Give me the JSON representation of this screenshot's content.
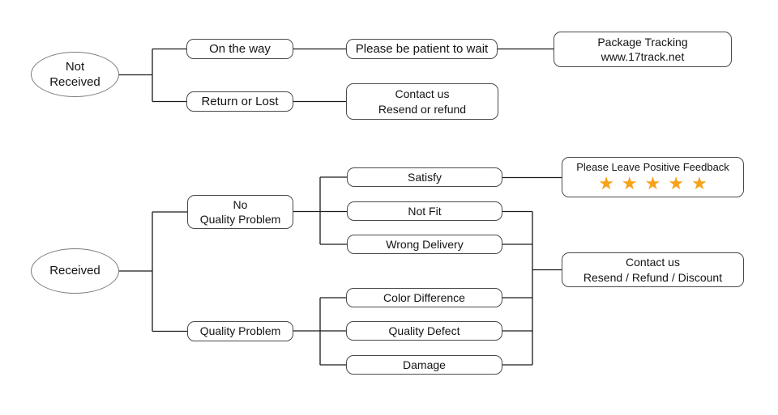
{
  "nodes": {
    "not_received": {
      "line1": "Not",
      "line2": "Received"
    },
    "on_the_way": {
      "label": "On the way"
    },
    "please_be_patient": {
      "label": "Please be patient to wait"
    },
    "package_tracking": {
      "line1": "Package Tracking",
      "line2": "www.17track.net"
    },
    "return_or_lost": {
      "label": "Return or Lost"
    },
    "contact_resend_refund": {
      "line1": "Contact us",
      "line2": "Resend or refund"
    },
    "received": {
      "label": "Received"
    },
    "no_quality_problem": {
      "line1": "No",
      "line2": "Quality Problem"
    },
    "quality_problem": {
      "label": "Quality Problem"
    },
    "satisfy": {
      "label": "Satisfy"
    },
    "not_fit": {
      "label": "Not Fit"
    },
    "wrong_delivery": {
      "label": "Wrong Delivery"
    },
    "color_difference": {
      "label": "Color Difference"
    },
    "quality_defect": {
      "label": "Quality Defect"
    },
    "damage": {
      "label": "Damage"
    },
    "positive_feedback": {
      "label": "Please Leave Positive Feedback",
      "stars": "★★★★★"
    },
    "contact_resend_refund_discount": {
      "line1": "Contact us",
      "line2": "Resend / Refund / Discount"
    }
  },
  "colors": {
    "star": "#F7A21B",
    "box_border": "#4a4a4a",
    "ellipse_border": "#7b7b7b",
    "connector": "#1a1a1a",
    "background": "#ffffff"
  }
}
